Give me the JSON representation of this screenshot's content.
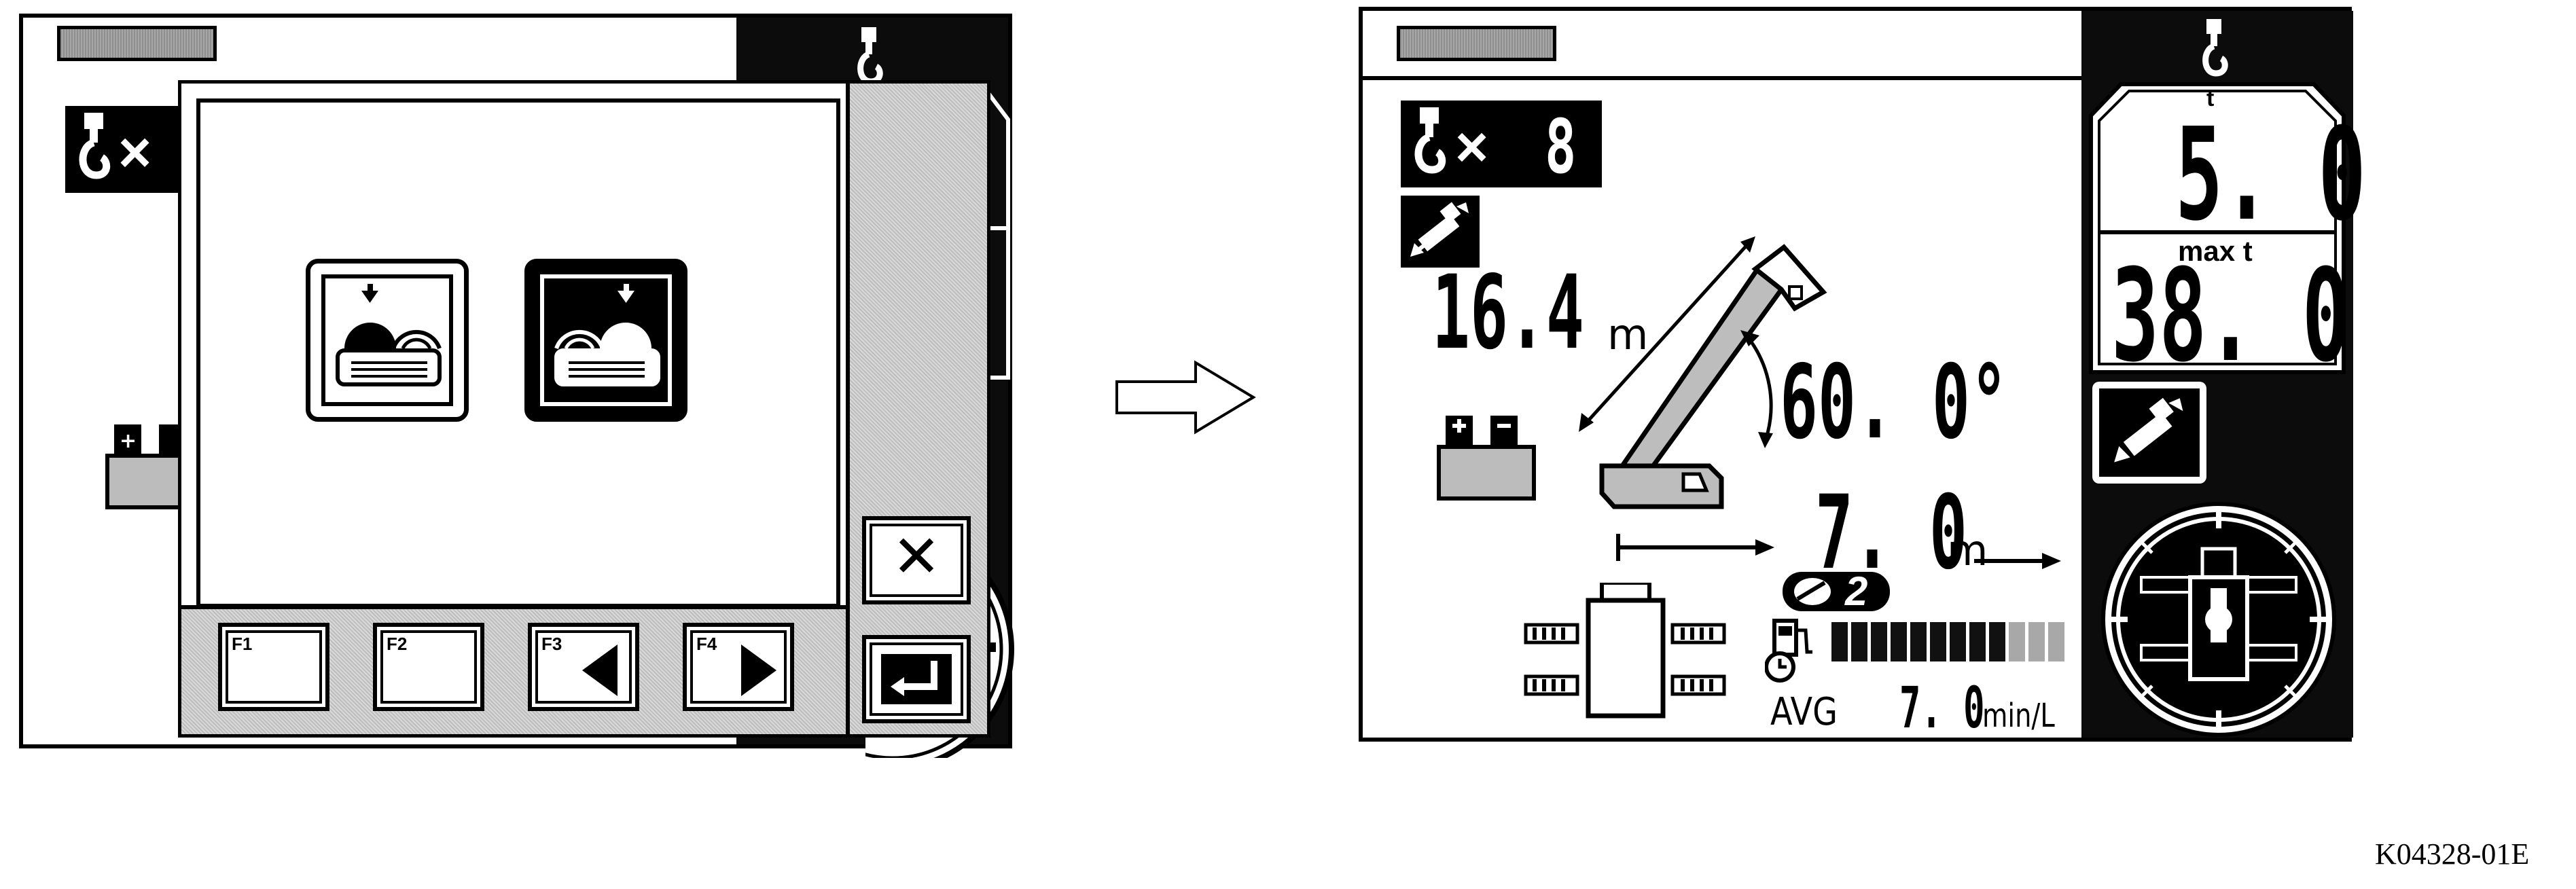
{
  "left_screen": {
    "hook_multiplier": "×",
    "fkeys": [
      {
        "label": "F1",
        "icon": ""
      },
      {
        "label": "F2",
        "icon": ""
      },
      {
        "label": "F3",
        "icon": "triangle-left-icon"
      },
      {
        "label": "F4",
        "icon": "triangle-right-icon"
      }
    ],
    "cancel_glyph": "✕",
    "enter_icon": "enter-return-icon",
    "options": [
      {
        "icon": "winch-front-drum-icon",
        "selected": false
      },
      {
        "icon": "winch-rear-drum-icon",
        "selected": true
      }
    ]
  },
  "arrow_icon": "transition-arrow-icon",
  "right_screen": {
    "hook_multiplier": "×",
    "parts_of_line": "8",
    "boom_length_value": "16.4",
    "boom_length_unit": "m",
    "boom_angle": "60. 0°",
    "radius_value": "7. 0",
    "radius_unit": "m",
    "gear_badge": "2",
    "avg_label": "AVG",
    "fuel_rate_value": "7. 0",
    "fuel_rate_unit": "min/L",
    "fuel_bar": {
      "segments_total": 12,
      "segments_dark": 9
    },
    "load_unit": "t",
    "load_value": "5. 0",
    "max_label": "max t",
    "max_value": "38. 0"
  },
  "figure_code": "K04328-01E"
}
